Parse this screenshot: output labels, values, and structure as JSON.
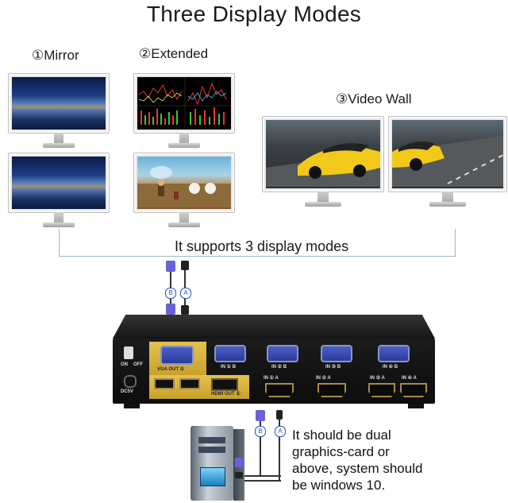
{
  "title": "Three Display Modes",
  "modes": [
    {
      "label": "①Mirror"
    },
    {
      "label": "②Extended"
    },
    {
      "label": "③Video Wall"
    }
  ],
  "caption": "It supports 3 display modes",
  "kvm": {
    "switch_on": "ON",
    "switch_off": "OFF",
    "power": "DC5V",
    "vga_out": "VGA OUT ①",
    "hdmi_out": "HDMI OUT ①",
    "ports": [
      {
        "vga": "IN ① B",
        "hdmi": "IN ① A"
      },
      {
        "vga": "IN ② B",
        "hdmi": "IN ② A"
      },
      {
        "vga": "IN ③ B",
        "hdmi": "IN ③ A"
      },
      {
        "vga": "IN ④ B",
        "hdmi": "IN ④ A"
      }
    ]
  },
  "cable_labels": {
    "a": "A",
    "b": "B"
  },
  "note": [
    "It should be dual",
    "graphics-card or",
    "above, system should",
    "be windows 10."
  ],
  "colors": {
    "vga_port": "#3a4db3",
    "hdmi_gold": "#d8b43a",
    "line": "#9ab9c8"
  }
}
